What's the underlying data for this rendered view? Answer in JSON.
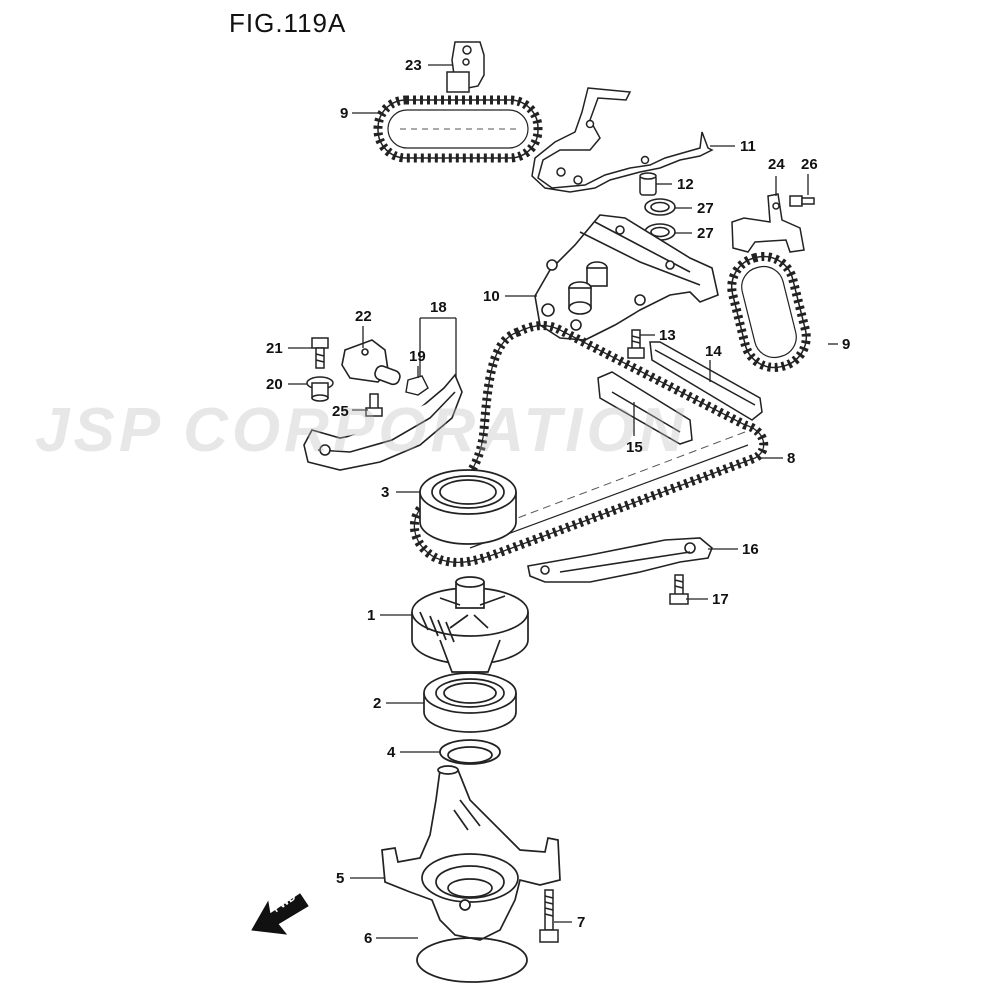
{
  "figure": {
    "title": "FIG.119A",
    "watermark": "JSP CORPORATION",
    "fwd_label": "FWD"
  },
  "callouts": {
    "p1": "1",
    "p2": "2",
    "p3": "3",
    "p4": "4",
    "p5": "5",
    "p6": "6",
    "p7": "7",
    "p8": "8",
    "p9a": "9",
    "p9b": "9",
    "p10": "10",
    "p11": "11",
    "p12": "12",
    "p13": "13",
    "p14": "14",
    "p15": "15",
    "p16": "16",
    "p17": "17",
    "p18": "18",
    "p19": "19",
    "p20": "20",
    "p21": "21",
    "p22": "22",
    "p23": "23",
    "p24": "24",
    "p25": "25",
    "p26": "26",
    "p27a": "27",
    "p27b": "27"
  }
}
